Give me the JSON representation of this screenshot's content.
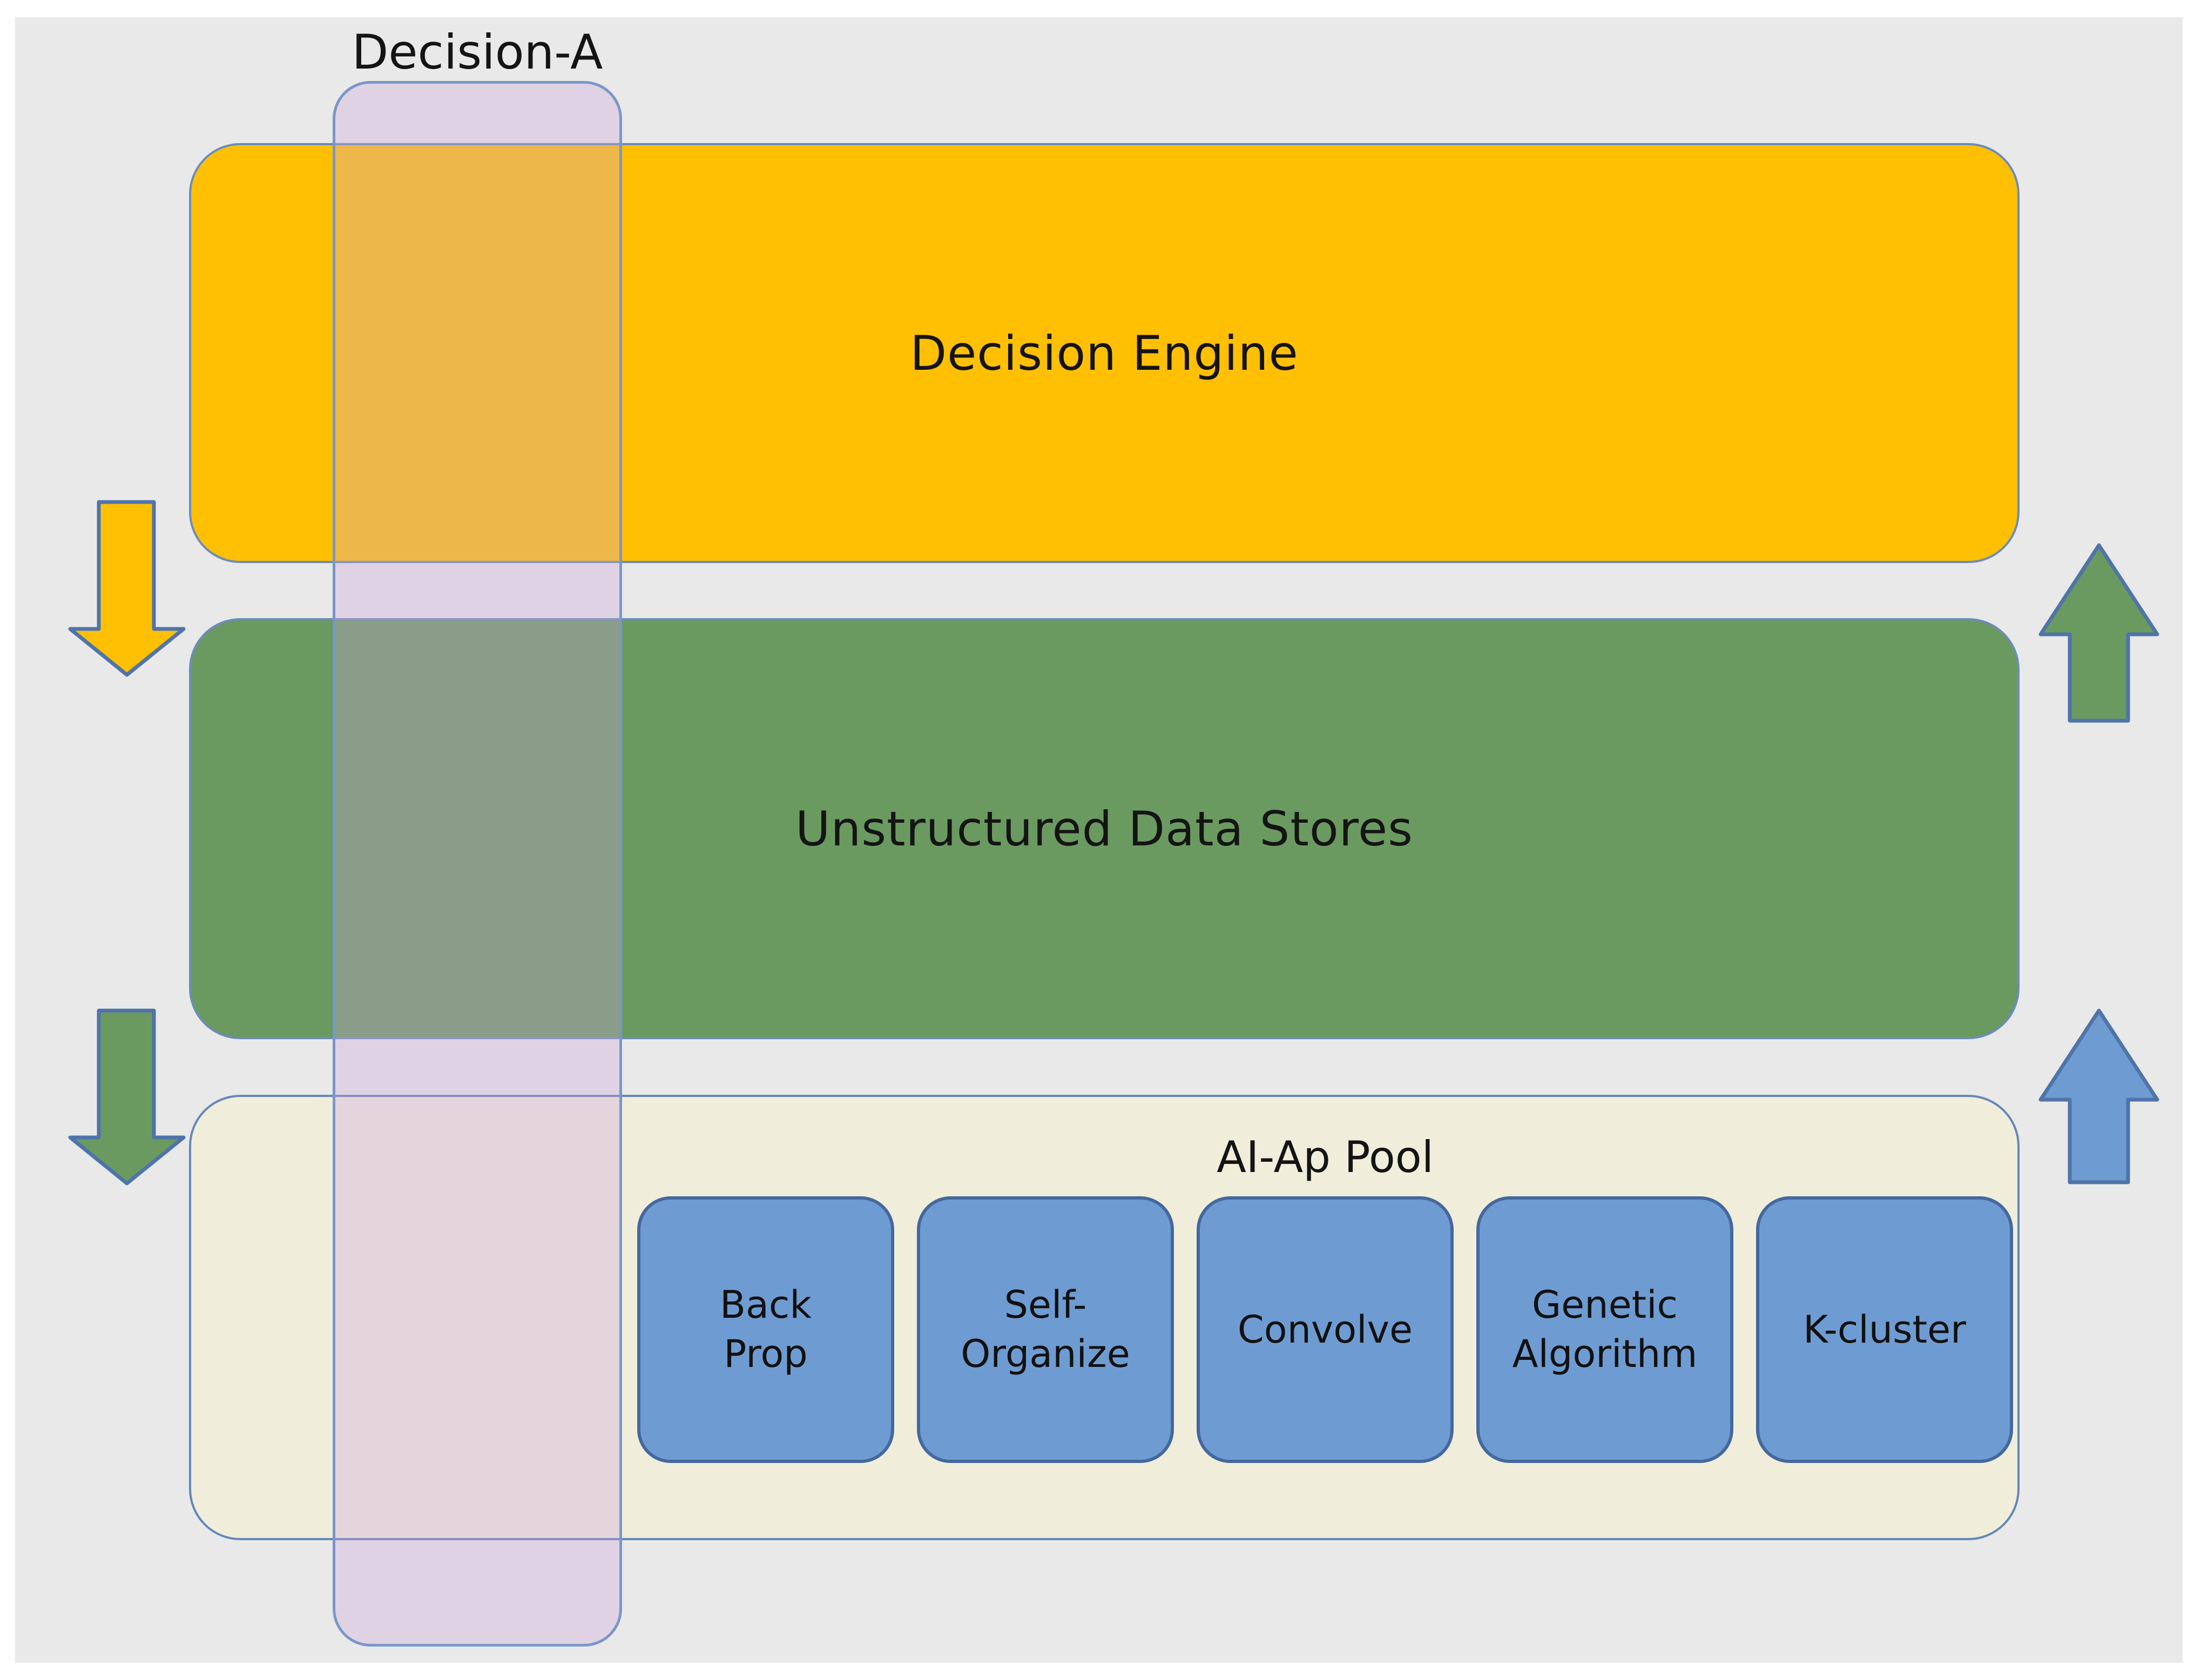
{
  "diagram": {
    "column": {
      "label": "Decision-A",
      "fill": "rgba(201,164,218,0.33)",
      "border_color": "#7b96c7"
    },
    "layers": {
      "decision_engine": {
        "label": "Decision Engine",
        "fill": "#ffc004"
      },
      "unstructured_data_stores": {
        "label": "Unstructured Data Stores",
        "fill": "#6a9a60"
      },
      "ai_ap_pool": {
        "label": "AI-Ap Pool",
        "fill": "#f0eedb"
      }
    },
    "pool_items": [
      {
        "label": "Back\nProp",
        "fill": "#6e9cd2"
      },
      {
        "label": "Self-\nOrganize",
        "fill": "#6e9cd2"
      },
      {
        "label": "Convolve",
        "fill": "#6e9cd2"
      },
      {
        "label": "Genetic\nAlgorithm",
        "fill": "#6e9cd2"
      },
      {
        "label": "K-cluster",
        "fill": "#6e9cd2"
      }
    ],
    "arrows": [
      {
        "name": "orange-down-arrow",
        "direction": "down",
        "color": "#ffc004"
      },
      {
        "name": "green-up-arrow",
        "direction": "up",
        "color": "#6a9a60"
      },
      {
        "name": "green-down-arrow",
        "direction": "down",
        "color": "#6a9a60"
      },
      {
        "name": "blue-up-arrow",
        "direction": "up",
        "color": "#6e9cd2"
      }
    ],
    "colors": {
      "page_background": "#ffffff",
      "canvas_background": "#e9e9e9",
      "shape_outline": "#4f74a9",
      "text": "#141414"
    }
  }
}
